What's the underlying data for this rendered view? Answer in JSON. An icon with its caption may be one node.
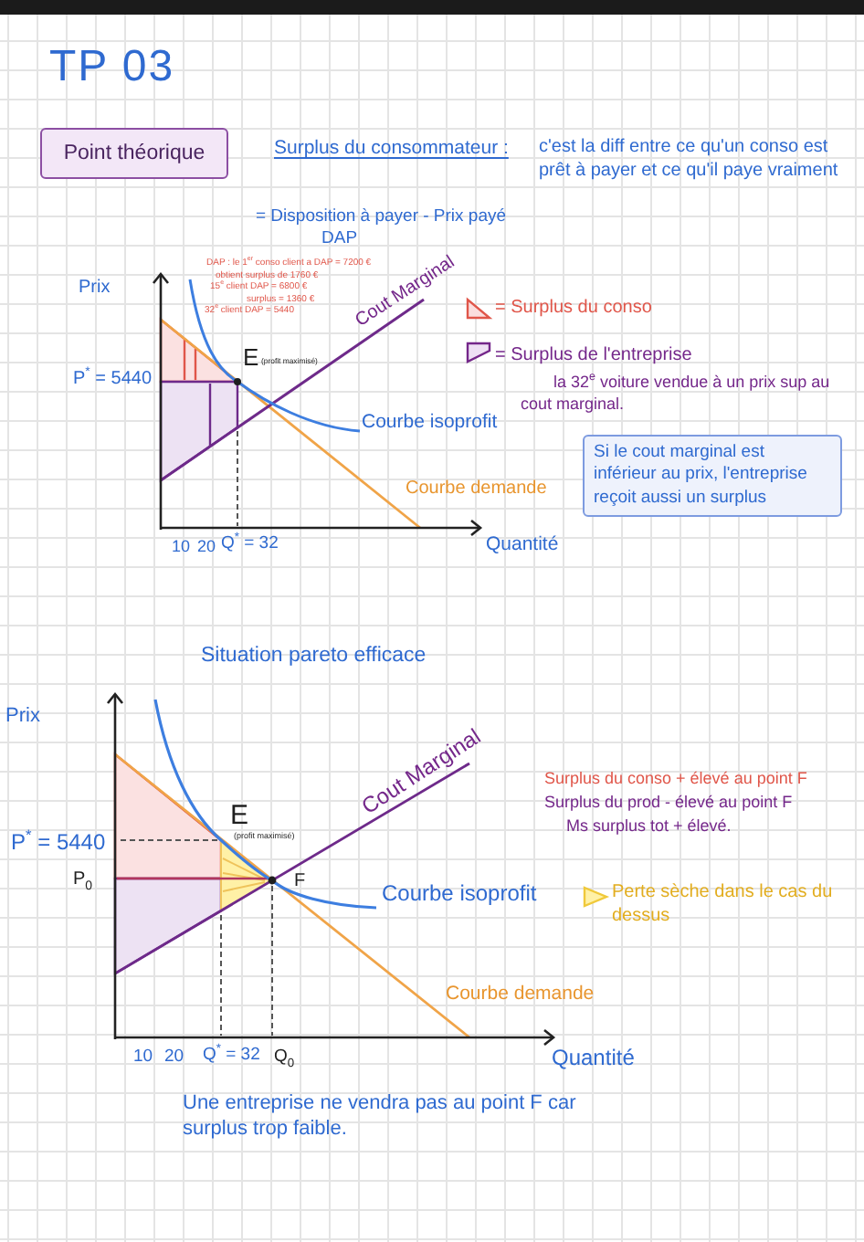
{
  "diagram": {
    "title": "TP 03",
    "nodes": [
      {
        "text": [
          "Point théorique"
        ]
      },
      {
        "text": [
          "Si le cout marginal est inférieur au prix, l'entreprise reçoit aussi un surplus"
        ]
      }
    ],
    "labels": [
      "Surplus du consommateur :",
      "c'est la diff entre ce qu'un conso est prêt à payer et ce qu'il paye vraiment",
      "= Disposition à payer - Prix payé",
      "DAP",
      "DAP : le 1$^{er}$ conso client a DAP = 7200 €",
      "obtient surplus de 1760 €",
      "15$^{e}$ client DAP = 6800 €",
      "surplus = 1360 €",
      "32$^{e}$ client DAP = 5440",
      "Prix",
      "P$^{*}$ = 5440",
      "E",
      "(profit maximisé)",
      "Cout Marginal",
      "Courbe isoprofit",
      "Courbe demande",
      "10",
      "20",
      "Q$^{*}$ = 32",
      "Quantité",
      "la 32$^{e}$ voiture vendue à un prix sup au cout marginal.",
      "Situation pareto efficace",
      "Prix",
      "P$^{*}$ = 5440",
      "P$_{0}$",
      "E",
      "(profit maximisé)",
      "F",
      "Cout Marginal",
      "Courbe isoprofit",
      "Courbe demande",
      "10",
      "20",
      "Q$^{*}$ = 32",
      "Q$_{0}$",
      "Quantité",
      "Surplus du conso + élevé au point F",
      "Surplus du prod - élevé au point F",
      "Ms surplus tot + élevé.",
      "Une entreprise ne vendra pas au point F car surplus trop faible."
    ],
    "legend": [
      {
        "text": "= Surplus du conso"
      },
      {
        "text": "= Surplus de l'entreprise"
      },
      {
        "text": "Perte sèche dans le cas du dessus"
      }
    ]
  }
}
